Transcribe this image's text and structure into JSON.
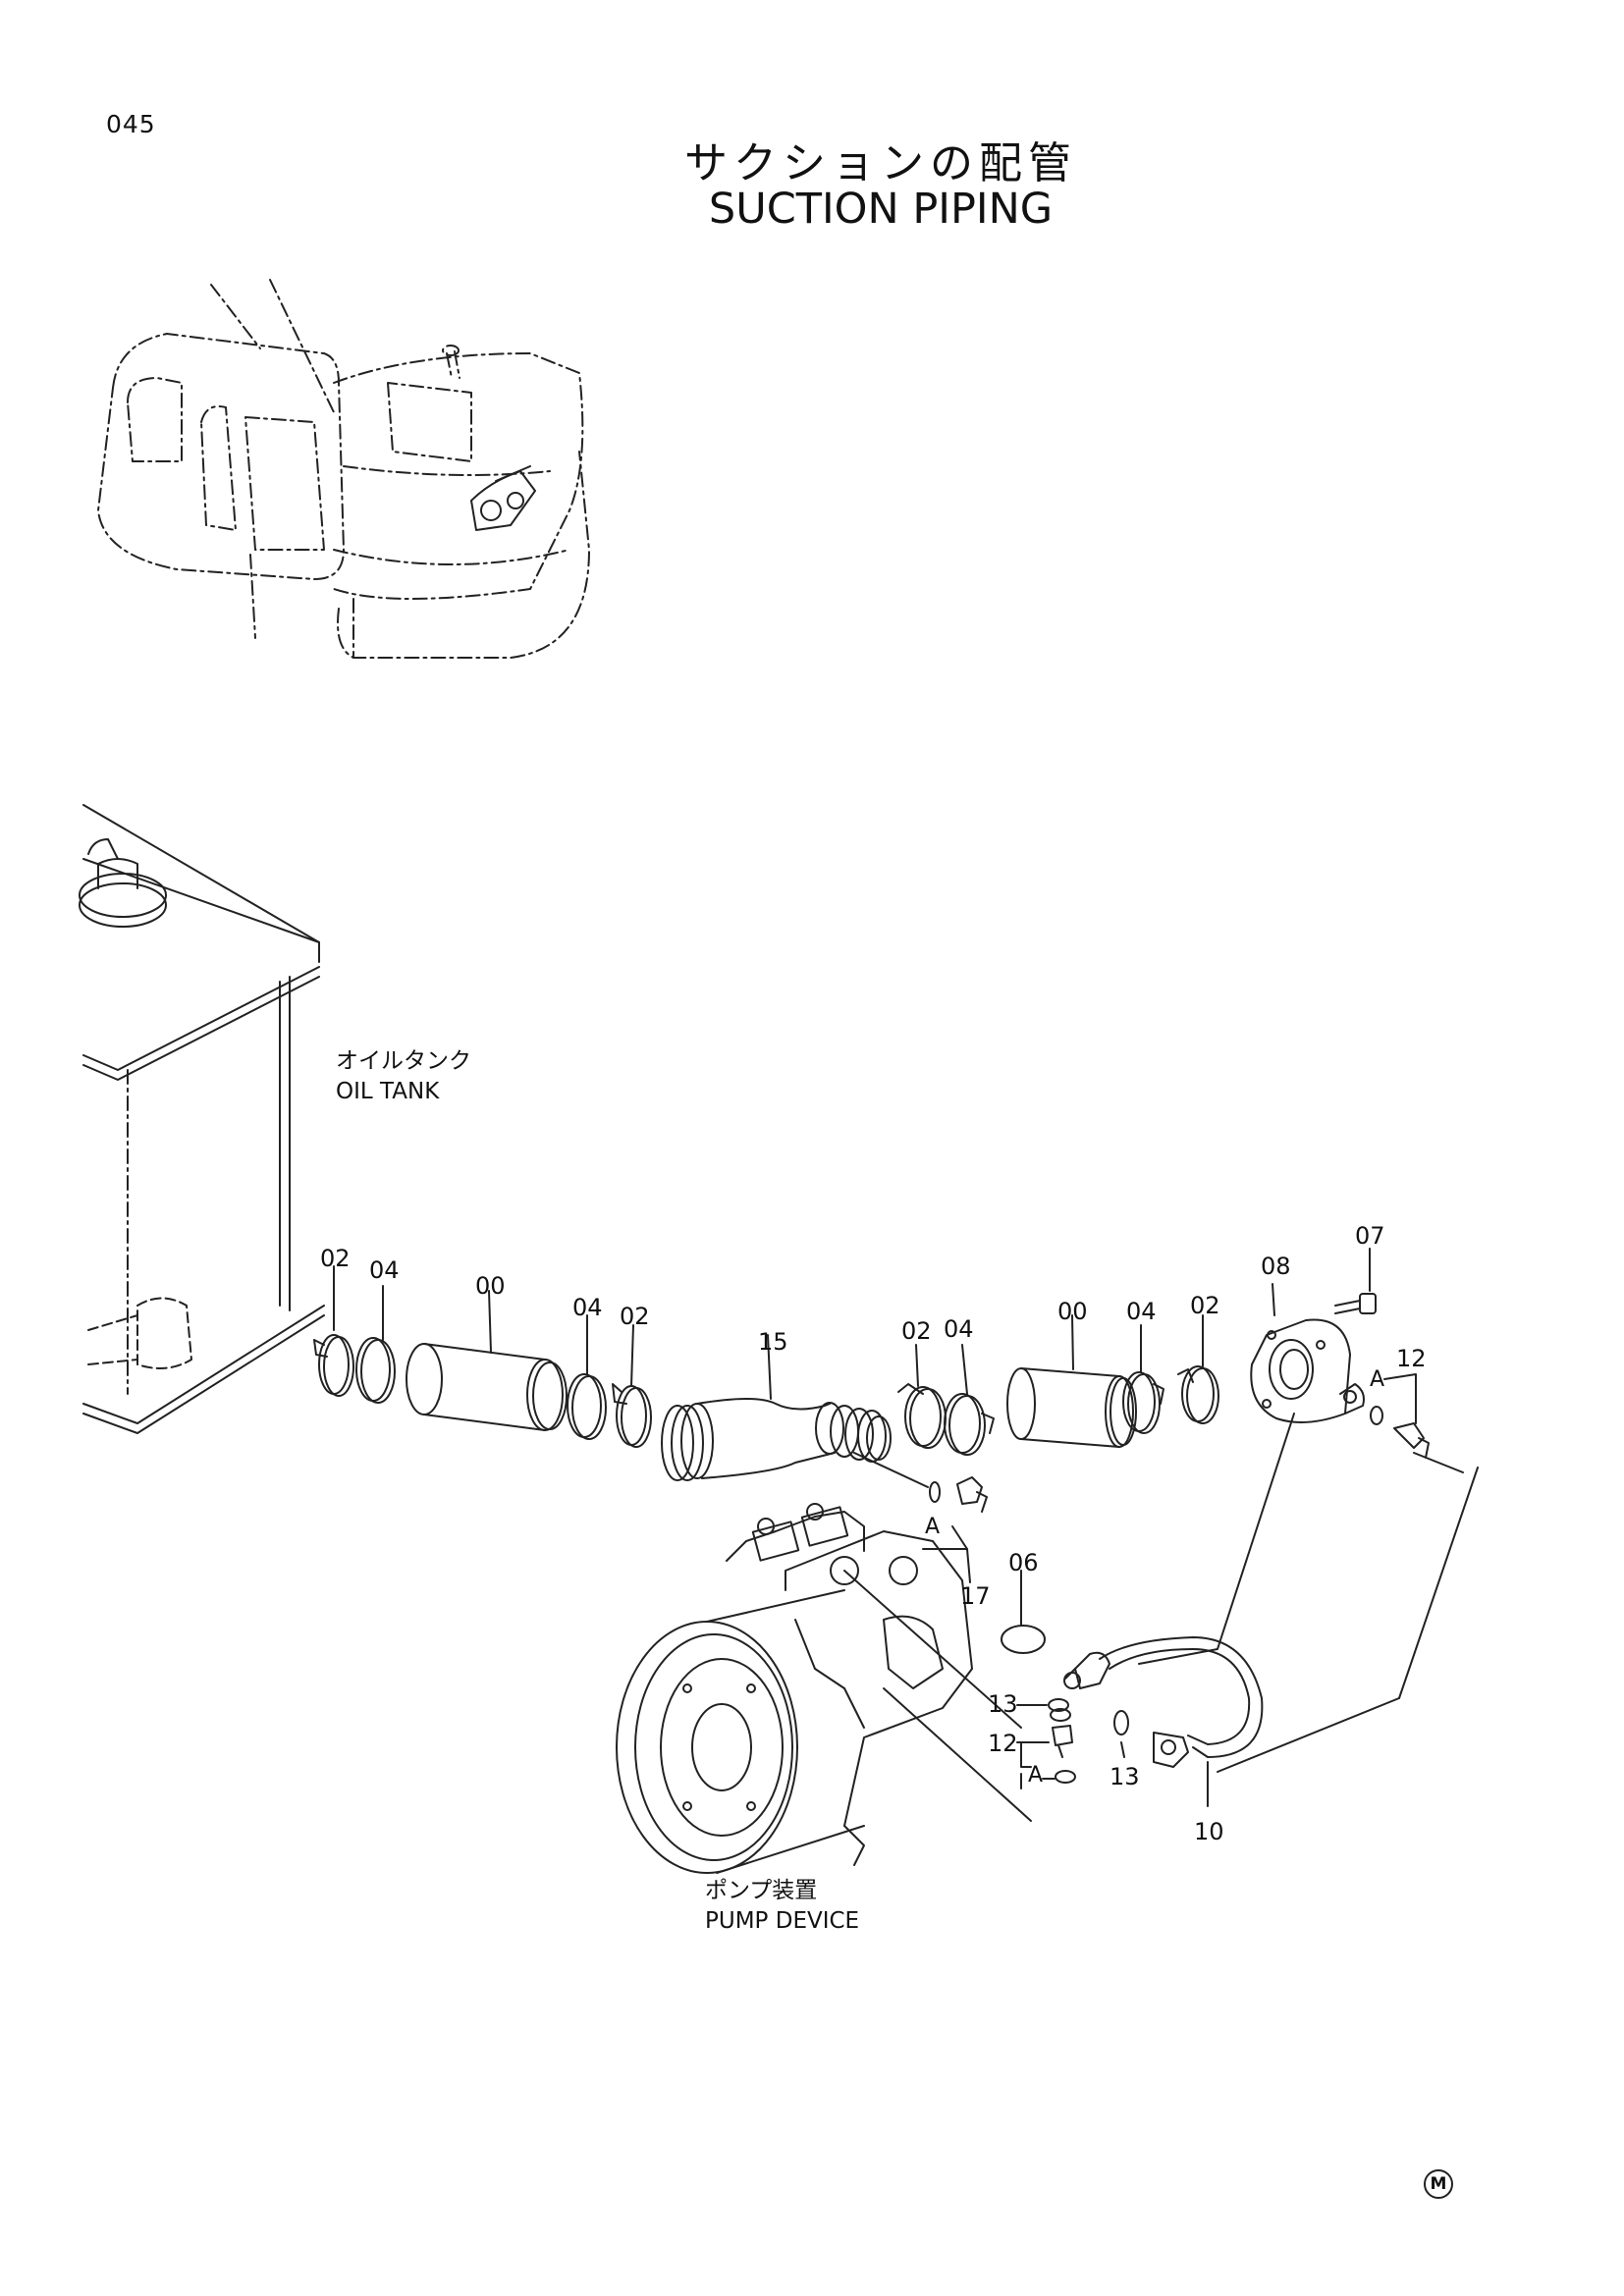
{
  "page": {
    "number": "045",
    "title_jp": "サクションの配管",
    "title_en": "SUCTION PIPING"
  },
  "labels": {
    "oil_tank_jp": "オイルタンク",
    "oil_tank_en": "OIL TANK",
    "pump_jp": "ポンプ装置",
    "pump_en": "PUMP DEVICE"
  },
  "callouts": [
    "02",
    "04",
    "00",
    "04",
    "02",
    "15",
    "02",
    "04",
    "00",
    "04",
    "02",
    "08",
    "07",
    "12",
    "17",
    "06",
    "13",
    "12",
    "13",
    "10"
  ],
  "detail_marks": [
    "A",
    "A",
    "A"
  ],
  "corner_mark": "M"
}
